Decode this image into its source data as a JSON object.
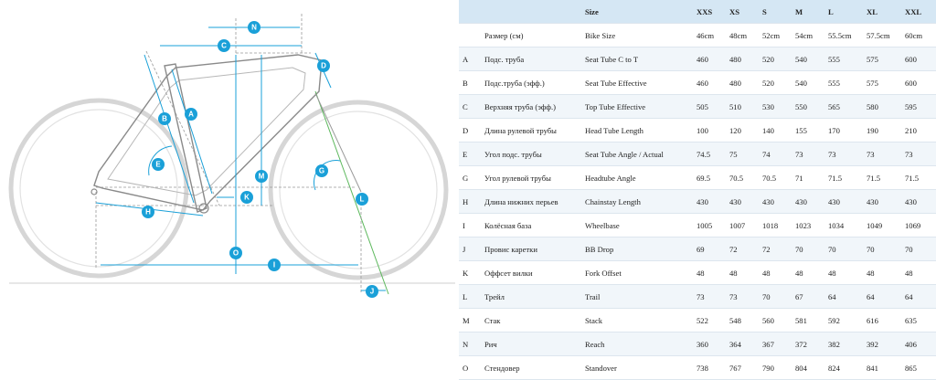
{
  "diagram": {
    "labels": [
      "A",
      "B",
      "C",
      "D",
      "E",
      "G",
      "H",
      "I",
      "J",
      "K",
      "L",
      "M",
      "N",
      "O"
    ],
    "colors": {
      "dimension": "#1aa0d8",
      "frame": "#8a8a8a",
      "wheel": "#d6d6d6",
      "fork_line": "#5cb85c"
    }
  },
  "table": {
    "header": {
      "code": "",
      "name_ru": "",
      "name_en": "Size",
      "sizes": [
        "XXS",
        "XS",
        "S",
        "M",
        "L",
        "XL",
        "XXL"
      ]
    },
    "rows": [
      {
        "code": "",
        "ru": "Размер (см)",
        "en": "Bike Size",
        "values": [
          "46cm",
          "48cm",
          "52cm",
          "54cm",
          "55.5cm",
          "57.5cm",
          "60cm"
        ]
      },
      {
        "code": "A",
        "ru": "Подс. труба",
        "en": "Seat Tube C to T",
        "values": [
          "460",
          "480",
          "520",
          "540",
          "555",
          "575",
          "600"
        ]
      },
      {
        "code": "B",
        "ru": "Подс.труба (эфф.)",
        "en": "Seat Tube Effective",
        "values": [
          "460",
          "480",
          "520",
          "540",
          "555",
          "575",
          "600"
        ]
      },
      {
        "code": "C",
        "ru": "Верхняя труба (эфф.)",
        "en": "Top Tube Effective",
        "values": [
          "505",
          "510",
          "530",
          "550",
          "565",
          "580",
          "595"
        ]
      },
      {
        "code": "D",
        "ru": "Длина рулевой трубы",
        "en": "Head Tube Length",
        "values": [
          "100",
          "120",
          "140",
          "155",
          "170",
          "190",
          "210"
        ]
      },
      {
        "code": "E",
        "ru": "Угол подс. трубы",
        "en": "Seat Tube Angle / Actual",
        "values": [
          "74.5",
          "75",
          "74",
          "73",
          "73",
          "73",
          "73"
        ]
      },
      {
        "code": "G",
        "ru": "Угол рулевой трубы",
        "en": "Headtube Angle",
        "values": [
          "69.5",
          "70.5",
          "70.5",
          "71",
          "71.5",
          "71.5",
          "71.5"
        ]
      },
      {
        "code": "H",
        "ru": "Длина нижних перьев",
        "en": "Chainstay Length",
        "values": [
          "430",
          "430",
          "430",
          "430",
          "430",
          "430",
          "430"
        ]
      },
      {
        "code": "I",
        "ru": "Колёсная база",
        "en": "Wheelbase",
        "values": [
          "1005",
          "1007",
          "1018",
          "1023",
          "1034",
          "1049",
          "1069"
        ]
      },
      {
        "code": "J",
        "ru": "Провис каретки",
        "en": "BB Drop",
        "values": [
          "69",
          "72",
          "72",
          "70",
          "70",
          "70",
          "70"
        ]
      },
      {
        "code": "K",
        "ru": "Оффсет вилки",
        "en": "Fork Offset",
        "values": [
          "48",
          "48",
          "48",
          "48",
          "48",
          "48",
          "48"
        ]
      },
      {
        "code": "L",
        "ru": "Трейл",
        "en": "Trail",
        "values": [
          "73",
          "73",
          "70",
          "67",
          "64",
          "64",
          "64"
        ]
      },
      {
        "code": "M",
        "ru": "Стак",
        "en": "Stack",
        "values": [
          "522",
          "548",
          "560",
          "581",
          "592",
          "616",
          "635"
        ]
      },
      {
        "code": "N",
        "ru": "Рич",
        "en": "Reach",
        "values": [
          "360",
          "364",
          "367",
          "372",
          "382",
          "392",
          "406"
        ]
      },
      {
        "code": "O",
        "ru": "Стендовер",
        "en": "Standover",
        "values": [
          "738",
          "767",
          "790",
          "804",
          "824",
          "841",
          "865"
        ]
      }
    ]
  }
}
